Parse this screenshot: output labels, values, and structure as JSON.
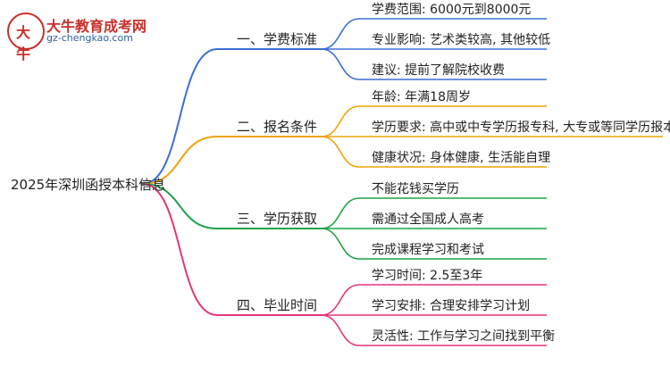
{
  "logo": {
    "mark": "大牛",
    "title": "大牛教育成考网",
    "url": "gz-chengkao.com"
  },
  "root": {
    "label": "2025年深圳函授本科信息"
  },
  "branches": [
    {
      "label": "一、学费标准",
      "color": "#3b6fd8",
      "leaves": [
        "学费范围: 6000元到8000元",
        "专业影响: 艺术类较高, 其他较低",
        "建议: 提前了解院校收费"
      ]
    },
    {
      "label": "二、报名条件",
      "color": "#f0a30a",
      "leaves": [
        "年龄: 年满18周岁",
        "学历要求: 高中或中专学历报专科, 大专或等同学历报本科",
        "健康状况: 身体健康, 生活能自理"
      ]
    },
    {
      "label": "三、学历获取",
      "color": "#1ea34a",
      "leaves": [
        "不能花钱买学历",
        "需通过全国成人高考",
        "完成课程学习和考试"
      ]
    },
    {
      "label": "四、毕业时间",
      "color": "#e6347a",
      "leaves": [
        "学习时间: 2.5至3年",
        "学习安排: 合理安排学习计划",
        "灵活性: 工作与学习之间找到平衡"
      ]
    }
  ]
}
